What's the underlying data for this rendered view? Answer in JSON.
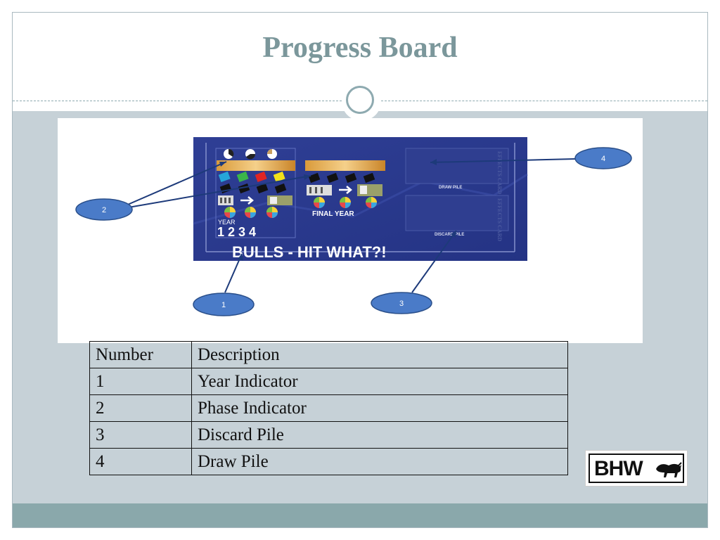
{
  "slide": {
    "title": "Progress Board"
  },
  "board": {
    "game_title": "BULLS - HIT WHAT?!",
    "final_year_label": "FINAL YEAR",
    "year_label": "YEAR",
    "year_digits": "1 2 3 4",
    "draw_pile_label": "DRAW PILE",
    "discard_pile_label": "DISCARD PILE",
    "card_text": "EFFECTS CARD",
    "bg_color": "#2a3a8c"
  },
  "callouts": [
    {
      "number": "1"
    },
    {
      "number": "2"
    },
    {
      "number": "3"
    },
    {
      "number": "4"
    }
  ],
  "legend_table": {
    "headers": [
      "Number",
      "Description"
    ],
    "rows": [
      [
        "1",
        "Year Indicator"
      ],
      [
        "2",
        "Phase Indicator"
      ],
      [
        "3",
        "Discard Pile"
      ],
      [
        "4",
        "Draw Pile"
      ]
    ]
  },
  "logo": {
    "text": "BHW"
  }
}
